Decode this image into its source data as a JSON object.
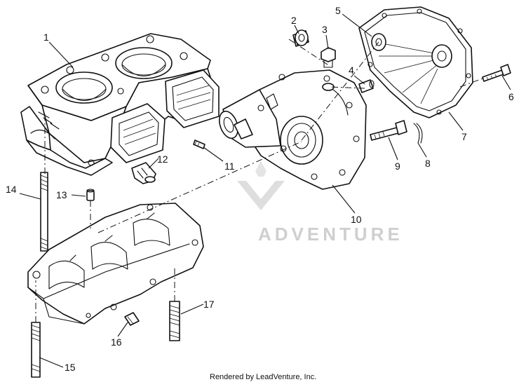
{
  "callouts": [
    "1",
    "2",
    "3",
    "4",
    "5",
    "6",
    "7",
    "8",
    "9",
    "10",
    "11",
    "12",
    "13",
    "14",
    "15",
    "16",
    "17"
  ],
  "watermark": {
    "text": "ADVENTURE",
    "color": "#cfcfcf"
  },
  "footer": {
    "text": "Rendered by LeadVenture, Inc."
  }
}
